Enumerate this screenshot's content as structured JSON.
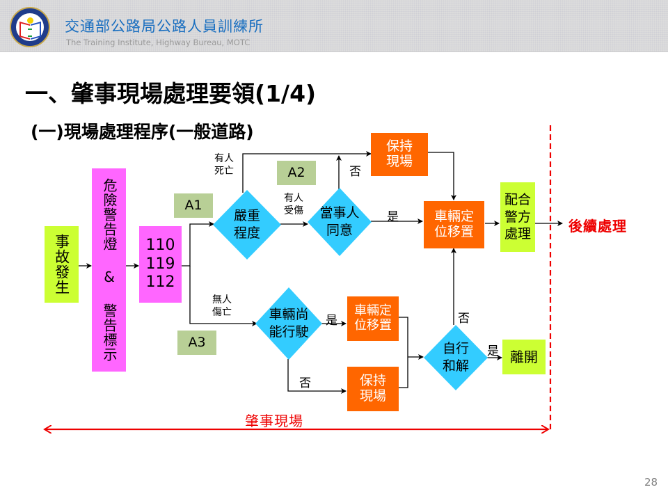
{
  "header": {
    "org_name_zh": "交通部公路局公路人員訓練所",
    "org_name_en": "The Training Institute, Highway Bureau,  MOTC",
    "logo_icon": "institute-emblem"
  },
  "slide": {
    "title": "一、肇事現場處理要領(1/4)",
    "subtitle": "(一)現場處理程序(一般道路)",
    "page_number": "28"
  },
  "flowchart": {
    "nodes": {
      "accident": "事故發生",
      "warning": "危險警告燈 & 警告標示",
      "hotlines": [
        "110",
        "119",
        "112"
      ],
      "severity": [
        "嚴重",
        "程度"
      ],
      "parties_agree": [
        "當事人",
        "同意"
      ],
      "keep_scene_top": [
        "保持",
        "現場"
      ],
      "relocate_top": [
        "車輛定",
        "位移置"
      ],
      "police": [
        "配合",
        "警方",
        "處理"
      ],
      "followup": "後續處理",
      "drivable": [
        "車輛尚",
        "能行駛"
      ],
      "relocate_bottom": [
        "車輛定",
        "位移置"
      ],
      "keep_scene_bottom": [
        "保持",
        "現場"
      ],
      "settle": [
        "自行",
        "和解"
      ],
      "leave": "離開"
    },
    "tags": {
      "a1": "A1",
      "a2": "A2",
      "a3": "A3"
    },
    "edge_labels": {
      "death": [
        "有人",
        "死亡"
      ],
      "injury": [
        "有人",
        "受傷"
      ],
      "no_injury": [
        "無人",
        "傷亡"
      ],
      "agree_no": "否",
      "agree_yes": "是",
      "drivable_yes": "是",
      "drivable_no": "否",
      "settle_no": "否",
      "settle_yes": "是"
    },
    "scene_span_label": "肇事現場",
    "colors": {
      "lime": "#ccff33",
      "magenta": "#ff66ff",
      "orange": "#ff6600",
      "cyan": "#33ccff",
      "tag_green": "#b8cf96",
      "red": "#ee0000"
    }
  }
}
